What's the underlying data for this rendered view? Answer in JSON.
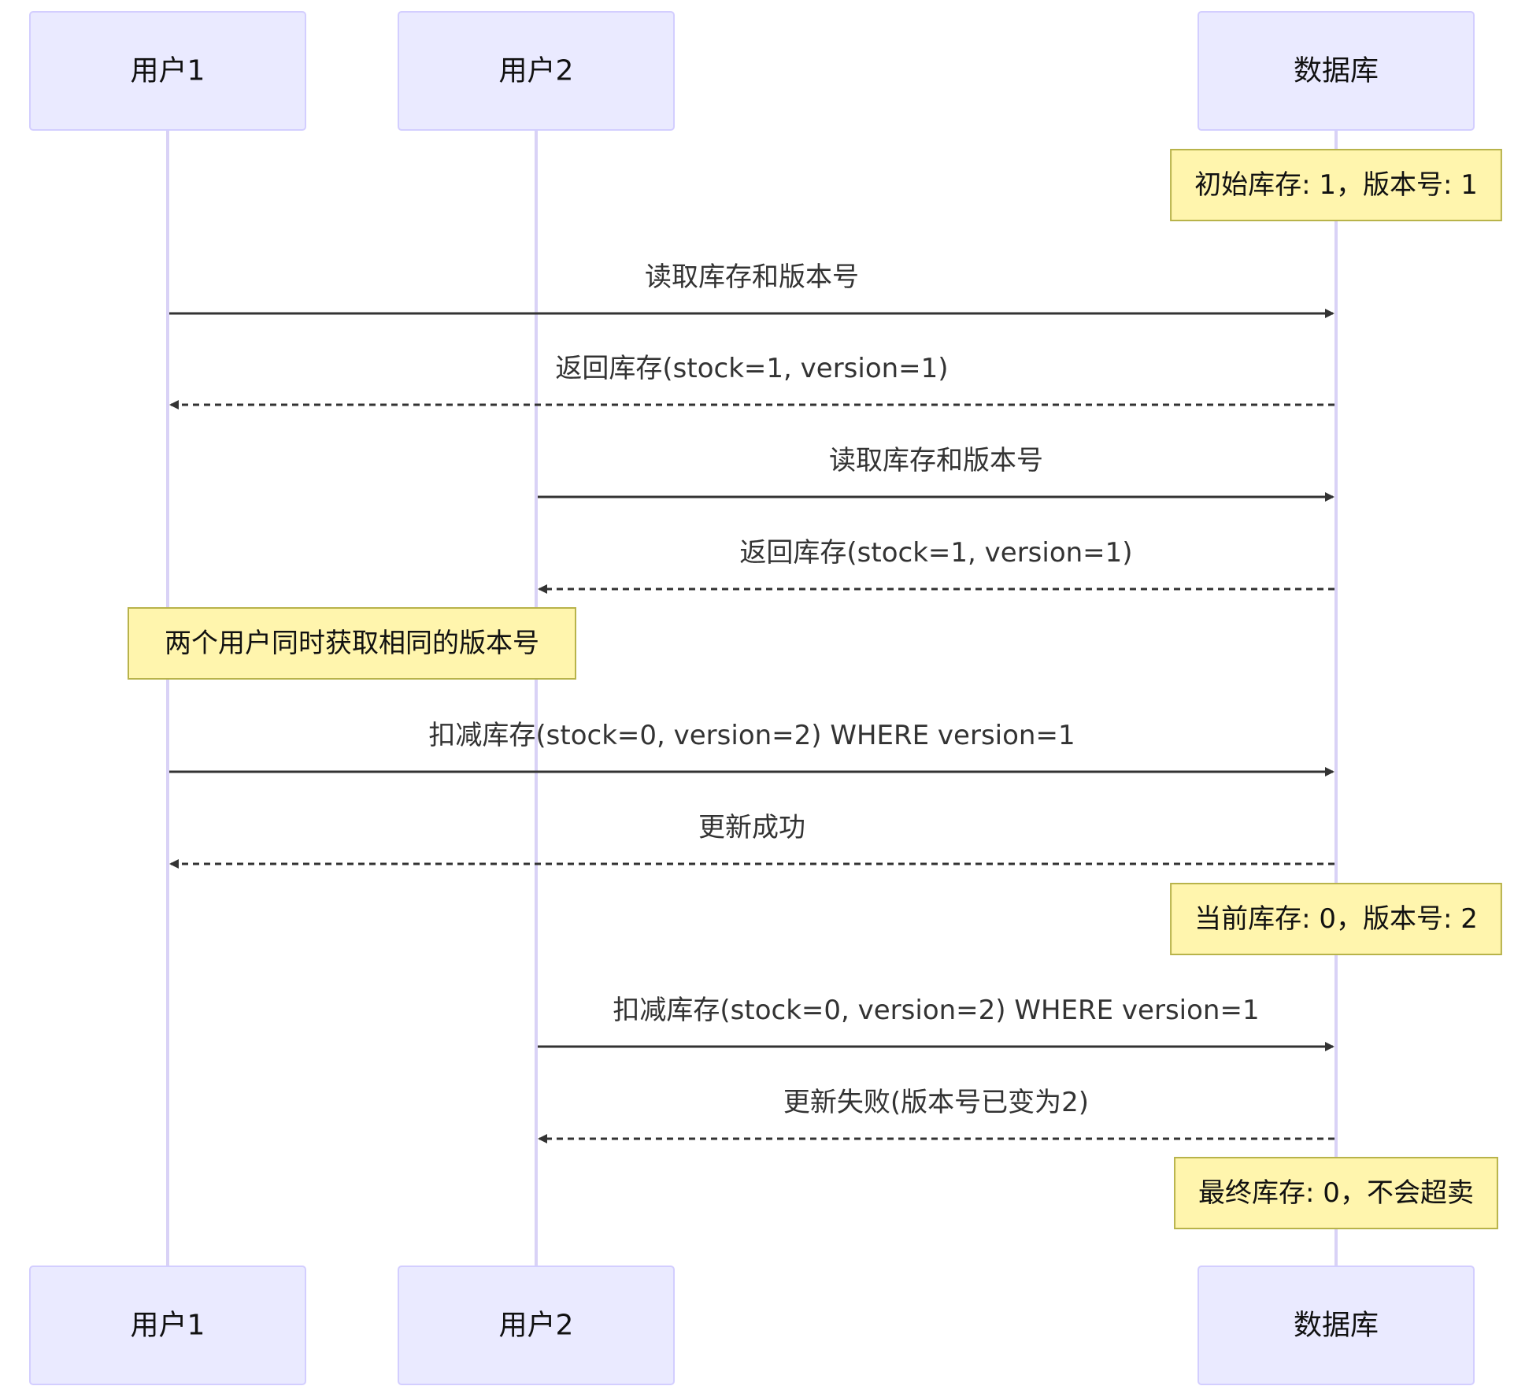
{
  "colors": {
    "actor_fill": "#eaeaff",
    "actor_stroke": "#d3ceff",
    "lifeline": "#d9d2f6",
    "message": "#333333",
    "note_fill": "#fff5ad",
    "note_stroke": "#b8b34a"
  },
  "actors": [
    {
      "id": "u1",
      "label": "用户1"
    },
    {
      "id": "u2",
      "label": "用户2"
    },
    {
      "id": "db",
      "label": "数据库"
    }
  ],
  "steps": [
    {
      "kind": "note",
      "over": "db",
      "text": "初始库存: 1，版本号: 1"
    },
    {
      "kind": "message",
      "from": "u1",
      "to": "db",
      "style": "solid",
      "text": "读取库存和版本号"
    },
    {
      "kind": "message",
      "from": "db",
      "to": "u1",
      "style": "dashed",
      "text": "返回库存(stock=1, version=1)"
    },
    {
      "kind": "message",
      "from": "u2",
      "to": "db",
      "style": "solid",
      "text": "读取库存和版本号"
    },
    {
      "kind": "message",
      "from": "db",
      "to": "u2",
      "style": "dashed",
      "text": "返回库存(stock=1, version=1)"
    },
    {
      "kind": "note",
      "over": "u1,u2",
      "text": "两个用户同时获取相同的版本号"
    },
    {
      "kind": "message",
      "from": "u1",
      "to": "db",
      "style": "solid",
      "text": "扣减库存(stock=0, version=2) WHERE version=1"
    },
    {
      "kind": "message",
      "from": "db",
      "to": "u1",
      "style": "dashed",
      "text": "更新成功"
    },
    {
      "kind": "note",
      "over": "db",
      "text": "当前库存: 0，版本号: 2"
    },
    {
      "kind": "message",
      "from": "u2",
      "to": "db",
      "style": "solid",
      "text": "扣减库存(stock=0, version=2) WHERE version=1"
    },
    {
      "kind": "message",
      "from": "db",
      "to": "u2",
      "style": "dashed",
      "text": "更新失败(版本号已变为2)"
    },
    {
      "kind": "note",
      "over": "db",
      "text": "最终库存: 0，不会超卖"
    }
  ]
}
